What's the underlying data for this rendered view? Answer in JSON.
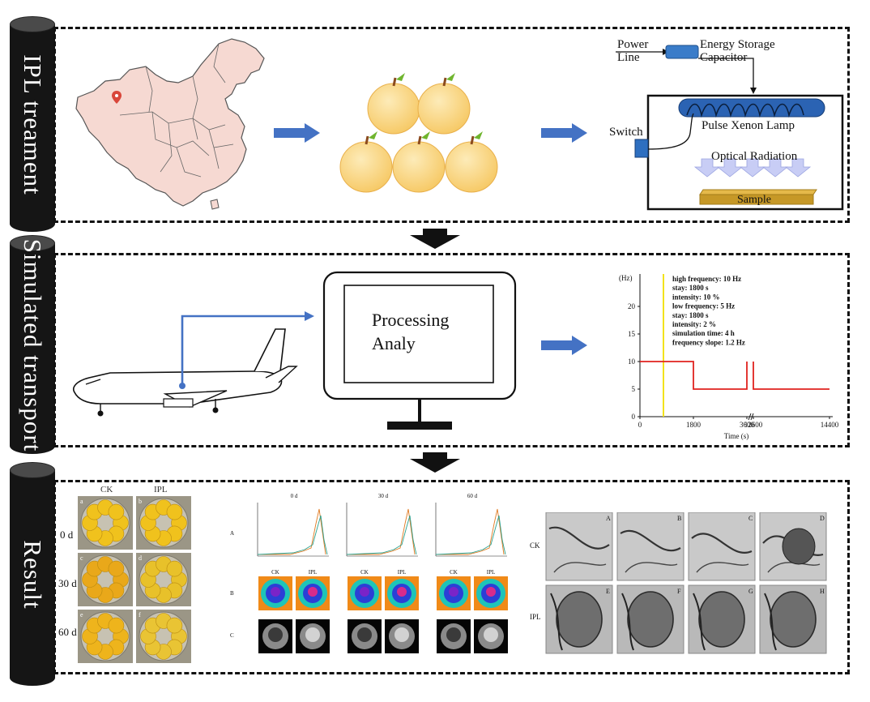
{
  "sections": {
    "ipl_label": "IPL  treament",
    "transport_label": "Simulated  transport",
    "result_label": "Result"
  },
  "ipl_device": {
    "power_line": "Power\nLine",
    "capacitor": "Energy Storage\nCapacitor",
    "switch": "Switch",
    "lamp": "Pulse Xenon Lamp",
    "radiation": "Optical Radiation",
    "sample": "Sample"
  },
  "processing": {
    "line1": "Processing",
    "line2": "Analy"
  },
  "vibration_chart": {
    "chart_data": {
      "type": "line",
      "ylabel": "(Hz)",
      "xlabel": "Time (s)",
      "x_ticks": [
        "0",
        "1800",
        "3600",
        "12600",
        "14400"
      ],
      "y_ticks": [
        "0",
        "5",
        "10",
        "15",
        "20"
      ],
      "ylim": [
        0,
        25
      ],
      "series": [
        {
          "x": [
            "0",
            "1800",
            "1800",
            "3600",
            "3600",
            "12600",
            "12600",
            "14400"
          ],
          "values": [
            10,
            10,
            5,
            5,
            10,
            10,
            5,
            5
          ]
        }
      ],
      "annotations": [
        "high frequency:  10 Hz",
        "stay:  1800 s",
        "intensity:  10 %",
        "low frequency:  5 Hz",
        "stay:  1800 s",
        "intensity:  2 %",
        "simulation time:  4 h",
        "frequency slope:  1.2 Hz"
      ]
    }
  },
  "result": {
    "photo_cols": [
      "CK",
      "IPL"
    ],
    "photo_rows": [
      "0 d",
      "30 d",
      "60 d"
    ],
    "photo_letters": [
      "a",
      "b",
      "c",
      "d",
      "e",
      "f"
    ],
    "nmr_days": [
      "0 d",
      "30 d",
      "60 d"
    ],
    "nmr_rows": [
      "A",
      "B",
      "C"
    ],
    "nmr_pair": [
      "CK",
      "IPL"
    ],
    "tem_rows": [
      "CK",
      "IPL"
    ],
    "tem_letters": [
      "A",
      "B",
      "C",
      "D",
      "E",
      "F",
      "G",
      "H"
    ]
  },
  "colors": {
    "arrow_blue": "#4472c4",
    "map_fill": "#f6d9d2",
    "fruit_fill": "#fbd98a",
    "series_red": "#e0221e",
    "marker_yellow": "#f2e21b"
  }
}
